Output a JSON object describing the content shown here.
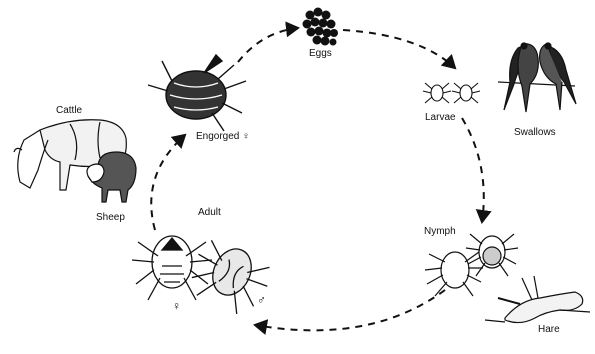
{
  "diagram": {
    "labels": {
      "eggs": "Eggs",
      "larvae": "Larvae",
      "swallows": "Swallows",
      "nymph": "Nymph",
      "hare": "Hare",
      "adult": "Adult",
      "female_symbol": "♀",
      "male_symbol": "♂",
      "sheep": "Sheep",
      "cattle": "Cattle",
      "engorged": "Engorged ♀"
    },
    "stages": [
      "Eggs",
      "Larvae",
      "Nymph",
      "Adult",
      "Engorged ♀"
    ],
    "hosts": [
      "Swallows",
      "Hare",
      "Cattle",
      "Sheep"
    ],
    "colors": {
      "ink": "#111111",
      "paper": "#ffffff"
    }
  }
}
